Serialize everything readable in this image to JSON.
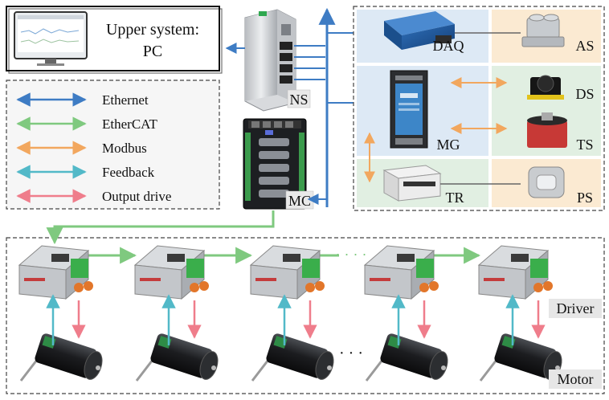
{
  "upper_system": {
    "line1": "Upper system:",
    "line2": "PC"
  },
  "legend": {
    "items": [
      {
        "label": "Ethernet",
        "color": "#3e7cc4"
      },
      {
        "label": "EtherCAT",
        "color": "#7fc97f"
      },
      {
        "label": "Modbus",
        "color": "#f2a75e"
      },
      {
        "label": "Feedback",
        "color": "#52b9c8"
      },
      {
        "label": "Output drive",
        "color": "#ef7d8b"
      }
    ]
  },
  "devices": {
    "ns": "NS",
    "mc": "MC",
    "daq": "DAQ",
    "mg": "MG",
    "tr": "TR",
    "as": "AS",
    "ds": "DS",
    "ts": "TS",
    "ps": "PS"
  },
  "row_labels": {
    "driver": "Driver",
    "motor": "Motor"
  },
  "colors": {
    "ethernet": "#3e7cc4",
    "ethercat": "#7fc97f",
    "modbus": "#f2a75e",
    "feedback": "#52b9c8",
    "output_drive": "#ef7d8b",
    "panel_blue": "#dde9f5",
    "panel_orange": "#fbead2",
    "panel_green": "#e1efe2"
  }
}
